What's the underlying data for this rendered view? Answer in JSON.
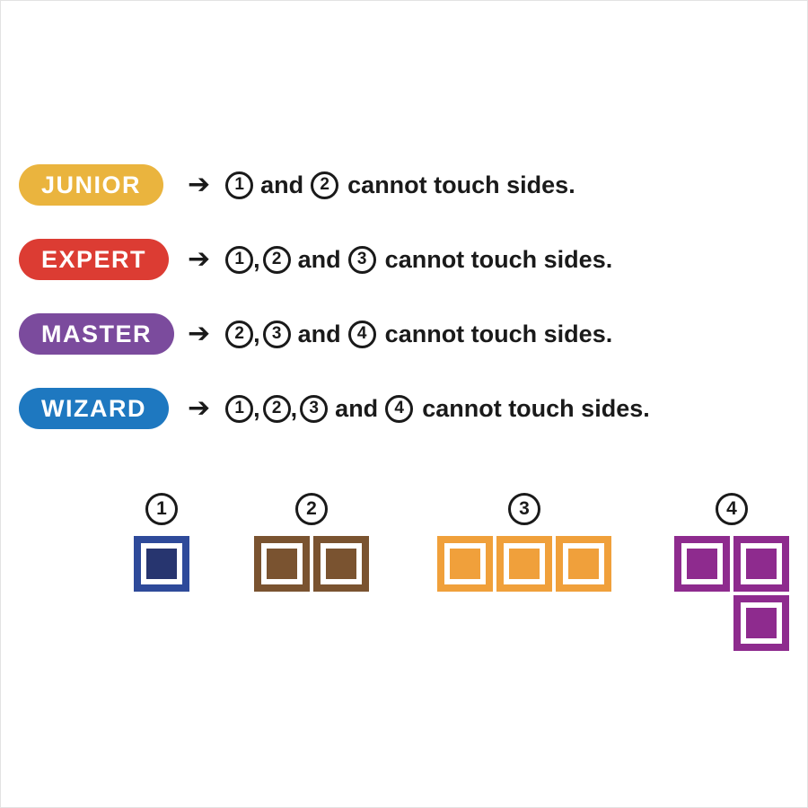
{
  "page": {
    "background": "#ffffff"
  },
  "arrow_icon": "➔",
  "and_word": "and",
  "comma": ",",
  "rules": [
    {
      "level": "JUNIOR",
      "badge_color": "#EAB43E",
      "numbers": [
        "1",
        "2"
      ],
      "suffix": "cannot touch sides."
    },
    {
      "level": "EXPERT",
      "badge_color": "#DC3C33",
      "numbers": [
        "1",
        "2",
        "3"
      ],
      "suffix": "cannot touch sides."
    },
    {
      "level": "MASTER",
      "badge_color": "#7B4B9D",
      "numbers": [
        "2",
        "3",
        "4"
      ],
      "suffix": "cannot touch sides."
    },
    {
      "level": "WIZARD",
      "badge_color": "#1E78C0",
      "numbers": [
        "1",
        "2",
        "3",
        "4"
      ],
      "suffix": "cannot touch sides."
    }
  ],
  "pieces": [
    {
      "number": "1",
      "border_color": "#2E4A9A",
      "fill_color": "#27356F",
      "cells": [
        [
          0,
          0
        ]
      ]
    },
    {
      "number": "2",
      "border_color": "#7A5330",
      "fill_color": "#7A5330",
      "cells": [
        [
          0,
          0
        ],
        [
          1,
          0
        ]
      ]
    },
    {
      "number": "3",
      "border_color": "#F0A03B",
      "fill_color": "#F0A03B",
      "cells": [
        [
          0,
          0
        ],
        [
          1,
          0
        ],
        [
          2,
          0
        ]
      ]
    },
    {
      "number": "4",
      "border_color": "#8E2B8E",
      "fill_color": "#8E2B8E",
      "cells": [
        [
          0,
          0
        ],
        [
          1,
          0
        ],
        [
          1,
          1
        ]
      ]
    }
  ]
}
